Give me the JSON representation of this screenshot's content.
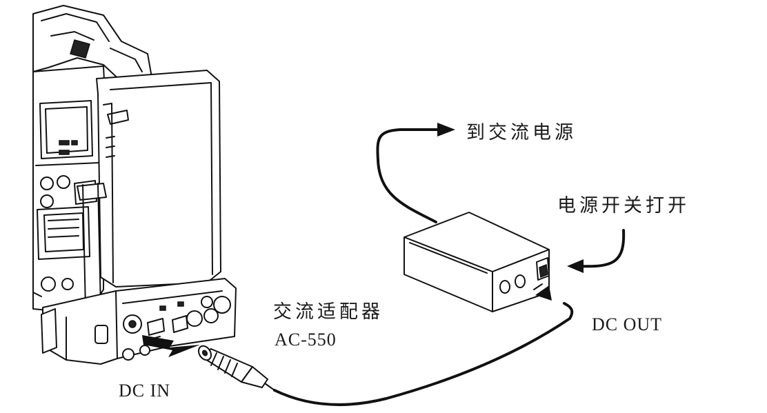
{
  "labels": {
    "to_ac_power": "到交流电源",
    "power_switch_on": "电源开关打开",
    "ac_adapter": "交流适配器",
    "adapter_model": "AC-550",
    "dc_out": "DC OUT",
    "dc_in": "DC IN"
  }
}
